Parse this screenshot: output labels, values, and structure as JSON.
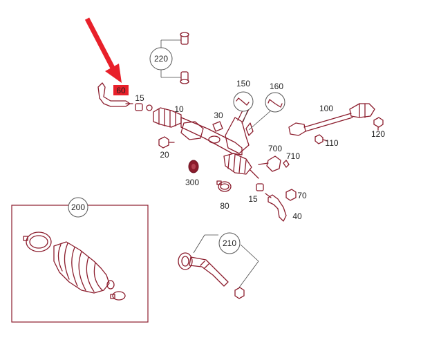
{
  "callouts": {
    "c220": "220",
    "c150": "150",
    "c160": "160",
    "c100": "100",
    "c60": "60",
    "c15a": "15",
    "c10": "10",
    "c30": "30",
    "c120": "120",
    "c20": "20",
    "c110": "110",
    "c700": "700",
    "c710": "710",
    "c300": "300",
    "c80": "80",
    "c15b": "15",
    "c70": "70",
    "c40": "40",
    "c200": "200",
    "c210": "210"
  },
  "colors": {
    "part": "#8b1c2c",
    "arrow": "#e8202a",
    "highlight": "#e8202a"
  }
}
